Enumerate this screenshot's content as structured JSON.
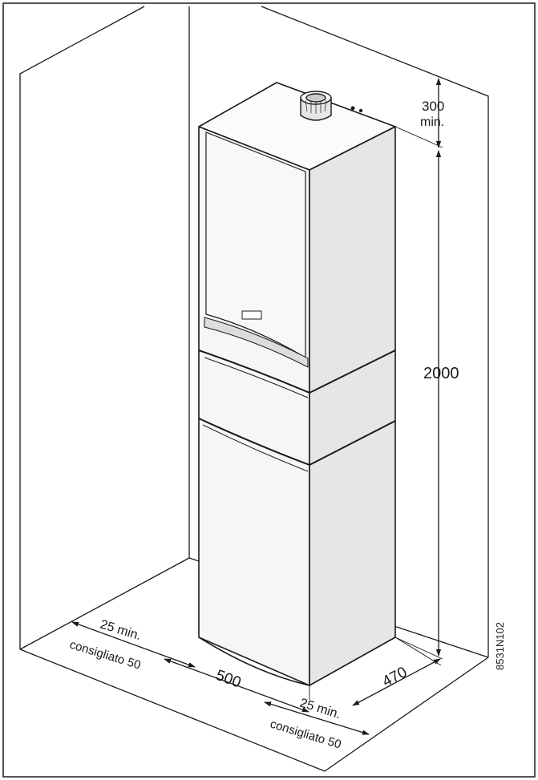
{
  "dimensions": {
    "top_clearance": "300",
    "top_clearance_unit": "min.",
    "height": "2000",
    "width": "500",
    "depth": "470",
    "left_gap_min": "25 min.",
    "left_gap_recommended": "consigliato 50",
    "right_gap_min": "25 min.",
    "right_gap_recommended": "consigliato 50"
  },
  "drawing_code": "8531N102",
  "colors": {
    "line": "#1a1a1a",
    "unit_front": "#f6f6f6",
    "unit_side": "#e6e6e6",
    "unit_top": "#fbfbfb"
  }
}
